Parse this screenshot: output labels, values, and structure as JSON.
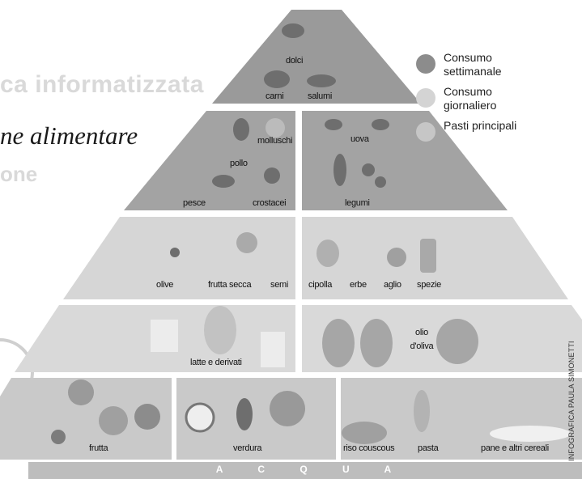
{
  "background_text": {
    "title_fragment": "ca informatizzata",
    "subtitle_fragment": "ne alimentare",
    "third_fragment": "one"
  },
  "legend": [
    {
      "label": "Consumo settimanale",
      "color": "#8c8c8c"
    },
    {
      "label": "Consumo giornaliero",
      "color": "#d4d4d4"
    },
    {
      "label": "Pasti principali",
      "color": "#c6c6c6"
    }
  ],
  "pyramid": {
    "tier1": {
      "labels": [
        "dolci",
        "carni",
        "salumi"
      ],
      "color": "#9a9a9a"
    },
    "tier2": {
      "left": [
        "molluschi",
        "pollo",
        "pesce",
        "crostacei"
      ],
      "right": [
        "uova",
        "legumi"
      ],
      "color": "#a3a3a3"
    },
    "tier3": {
      "left": [
        "olive",
        "frutta secca",
        "semi"
      ],
      "right": [
        "cipolla",
        "erbe",
        "aglio",
        "spezie"
      ],
      "color": "#d6d6d6"
    },
    "tier4": {
      "left": [
        "latte e derivati"
      ],
      "right": [
        "olio d'oliva"
      ],
      "color": "#d9d9d9"
    },
    "tier5": {
      "labels": [
        "frutta",
        "verdura",
        "riso couscous",
        "pasta",
        "pane e altri cereali"
      ],
      "color": "#c9c9c9"
    },
    "base": {
      "label": "A C Q U A",
      "color": "#bdbdbd"
    }
  },
  "credit": "INFOGRAFICA PAULA SIMONETTI"
}
